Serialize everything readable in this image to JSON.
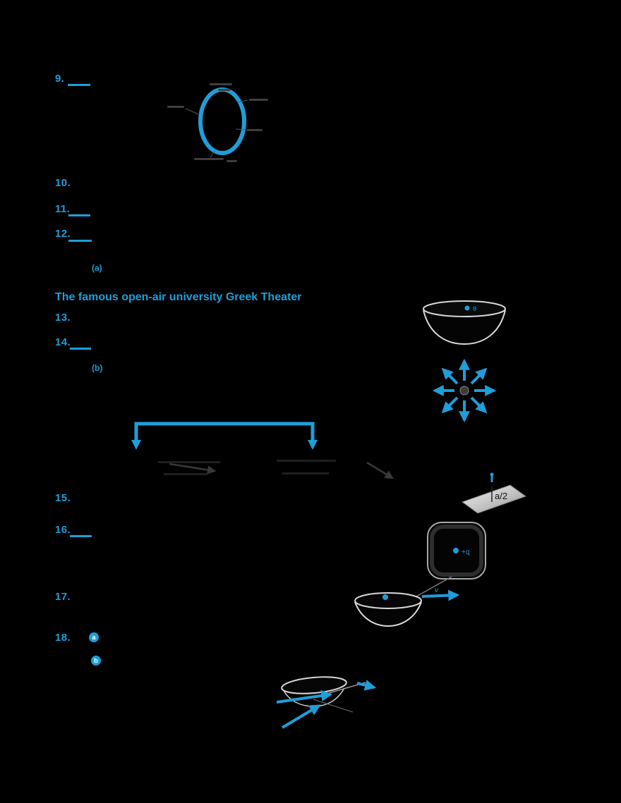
{
  "accent": "#1f9ed9",
  "labels": {
    "p9": "9.",
    "p10": "10.",
    "p11": "11.",
    "p12": "12.",
    "sub_a": "(a)",
    "section_heading": "The famous open-air university Greek Theater",
    "p13": "13.",
    "p14": "14.",
    "sub_b": "(b)",
    "p15": "15.",
    "p16": "16.",
    "p17": "17.",
    "p18": "18.",
    "bullet_a": "a",
    "bullet_b": "b"
  },
  "diagram_labels": {
    "half_side": "a/2",
    "charge": "+q",
    "velocity": "v",
    "angle": "θ"
  }
}
